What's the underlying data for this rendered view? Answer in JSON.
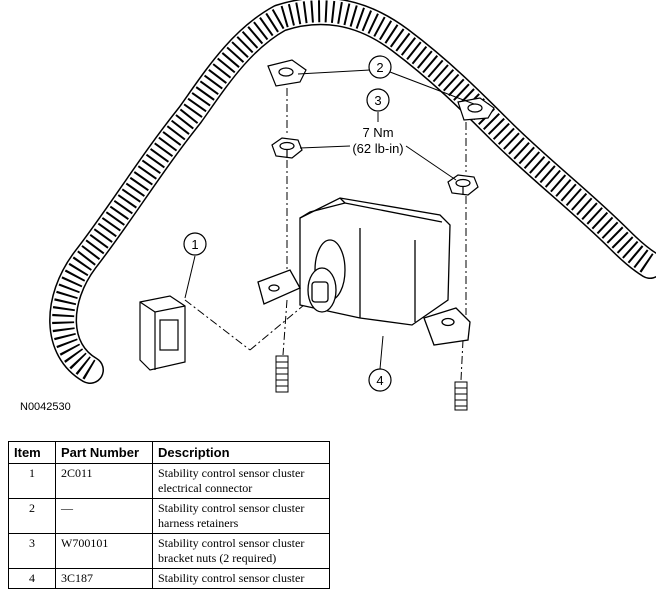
{
  "callouts": [
    {
      "number": "1"
    },
    {
      "number": "2"
    },
    {
      "number": "3"
    },
    {
      "number": "4"
    }
  ],
  "torque": {
    "nm": "7 Nm",
    "lbin": "(62 lb-in)"
  },
  "figure_id": "N0042530",
  "table": {
    "headers": {
      "item": "Item",
      "part_number": "Part Number",
      "description": "Description"
    },
    "rows": [
      {
        "item": "1",
        "part_number": "2C011",
        "description": "Stability control sensor cluster electrical connector"
      },
      {
        "item": "2",
        "part_number": "—",
        "description": "Stability control sensor cluster harness retainers"
      },
      {
        "item": "3",
        "part_number": "W700101",
        "description": "Stability control sensor cluster bracket nuts (2 required)"
      },
      {
        "item": "4",
        "part_number": "3C187",
        "description": "Stability control sensor cluster"
      }
    ]
  }
}
